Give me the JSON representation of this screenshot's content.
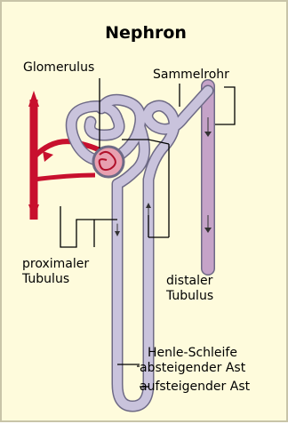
{
  "title": "Nephron",
  "labels": {
    "glomerulus": "Glomerulus",
    "sammelrohr": "Sammelrohr",
    "proximal_line1": "proximaler",
    "proximal_line2": "Tubulus",
    "distal_line1": "distaler",
    "distal_line2": "Tubulus",
    "henle": "Henle-Schleife",
    "absteigend": "absteigender Ast",
    "aufsteigend": "aufsteigender Ast"
  },
  "colors": {
    "background": "#fefbdc",
    "artery": "#c8102e",
    "tubule": "#c9c3dc",
    "tubule_outline": "#6e6a86",
    "collecting_duct": "#c5a3c8",
    "glomerulus": "#e8a0b0"
  }
}
